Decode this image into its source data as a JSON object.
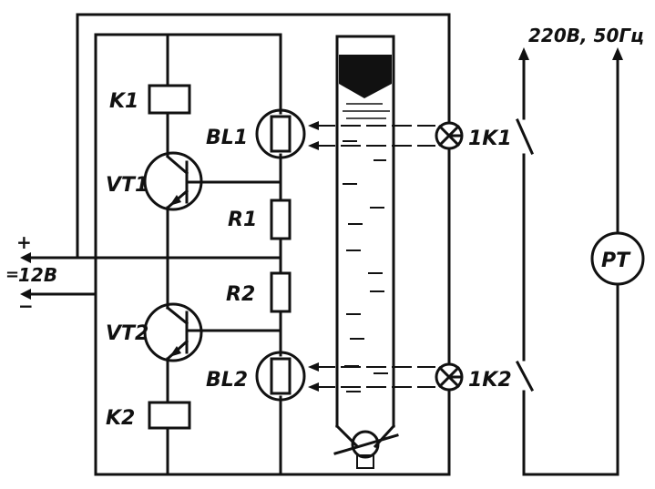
{
  "labels": {
    "k1": "K1",
    "vt1": "VT1",
    "bl1": "BL1",
    "r1": "R1",
    "r2": "R2",
    "vt2": "VT2",
    "bl2": "BL2",
    "k2": "K2",
    "lamp1": "1K1",
    "lamp2": "1K2",
    "supply_voltage": "12B",
    "plus": "+",
    "minus": "−",
    "approx": "=",
    "mains": "220B, 50Гц",
    "pt": "PT"
  },
  "colors": {
    "ink": "#111111",
    "paper": "#ffffff"
  }
}
